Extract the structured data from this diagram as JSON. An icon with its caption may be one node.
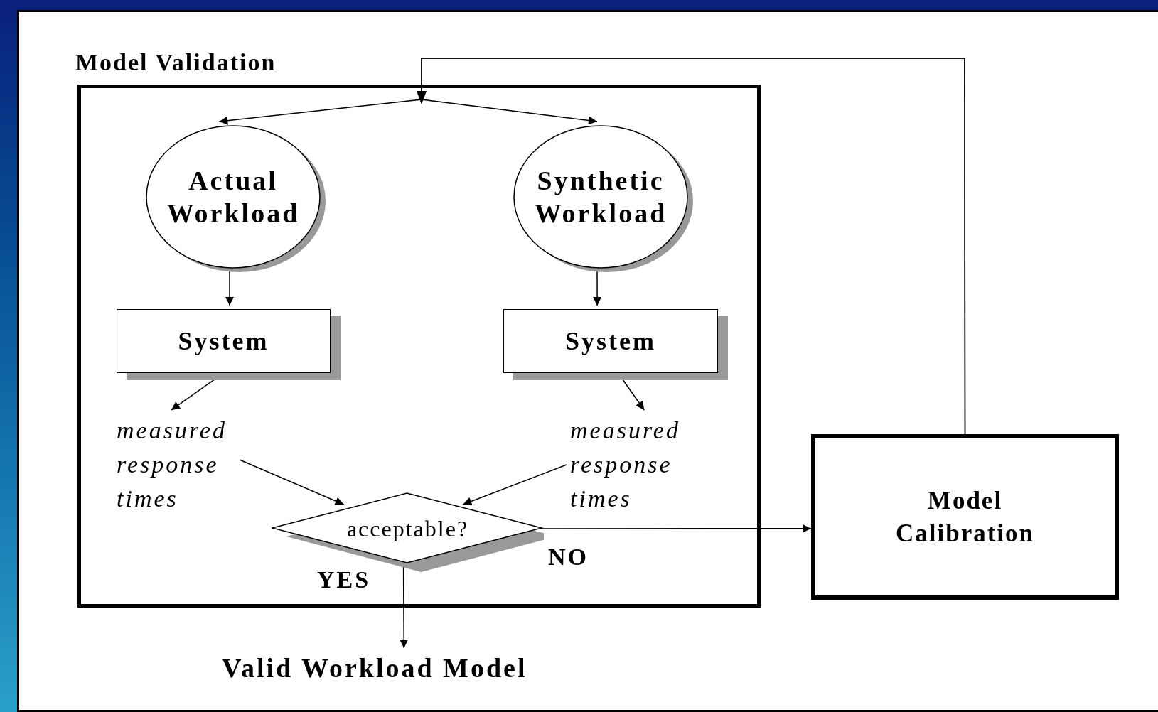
{
  "diagram": {
    "nodes": [
      {
        "text": [
          "Model Validation"
        ]
      },
      {
        "text": [
          "Actual Workload"
        ],
        "in": 0
      },
      {
        "text": [
          "Synthetic Workload"
        ],
        "in": 0
      },
      {
        "text": [
          "System"
        ],
        "in": 0
      },
      {
        "text": [
          "System"
        ],
        "in": 0
      },
      {
        "text": [
          "measured response times"
        ],
        "in": 0
      },
      {
        "text": [
          "measured response times"
        ],
        "in": 0
      },
      {
        "text": [
          "acceptable?"
        ],
        "in": 0
      },
      {
        "text": [
          "Valid Workload Model"
        ]
      },
      {
        "text": [
          "Model Calibration"
        ]
      }
    ],
    "edges": [
      {
        "from": 9,
        "to": 1,
        "arrow": "to"
      },
      {
        "from": 9,
        "to": 2,
        "arrow": "to"
      },
      {
        "from": 1,
        "to": 3,
        "arrow": "to"
      },
      {
        "from": 2,
        "to": 4,
        "arrow": "to"
      },
      {
        "from": 3,
        "to": 5,
        "arrow": "to"
      },
      {
        "from": 4,
        "to": 6,
        "arrow": "to"
      },
      {
        "from": 5,
        "to": 7,
        "arrow": "to"
      },
      {
        "from": 6,
        "to": 7,
        "arrow": "to"
      },
      {
        "from": 7,
        "to": 8,
        "arrow": "to",
        "label": "YES"
      },
      {
        "from": 7,
        "to": 9,
        "arrow": "to",
        "label": "NO"
      }
    ]
  }
}
